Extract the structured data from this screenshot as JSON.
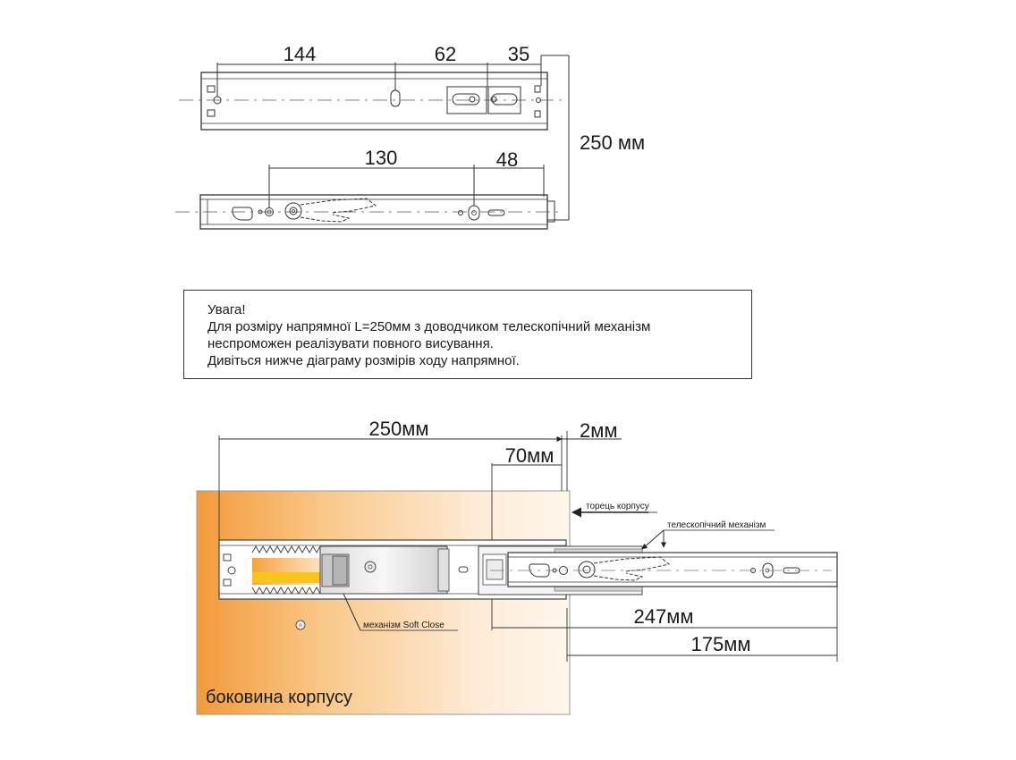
{
  "top_drawing": {
    "dim_144": "144",
    "dim_62": "62",
    "dim_35": "35",
    "dim_250": "250 мм",
    "dim_130": "130",
    "dim_48": "48"
  },
  "note": {
    "line1": "Увага!",
    "line2": "Для розміру напрямної L=250мм з доводчиком телескопічний механізм",
    "line3": "неспроможен реалізувати повного висування.",
    "line4": "Дивіться нижче діаграму розмірів ходу напрямної."
  },
  "bottom_diagram": {
    "dim_250": "250мм",
    "dim_2": "2мм",
    "dim_70": "70мм",
    "label_end": "торець корпусу",
    "label_telescopic": "телескопічний механізм",
    "label_softclose": "механізм Soft Close",
    "dim_247": "247мм",
    "dim_175": "175мм",
    "panel_label": "боковина корпусу"
  },
  "colors": {
    "panel_orange": "#f39a3a",
    "spring_yellow": "#f7c51c",
    "line": "#333333"
  }
}
